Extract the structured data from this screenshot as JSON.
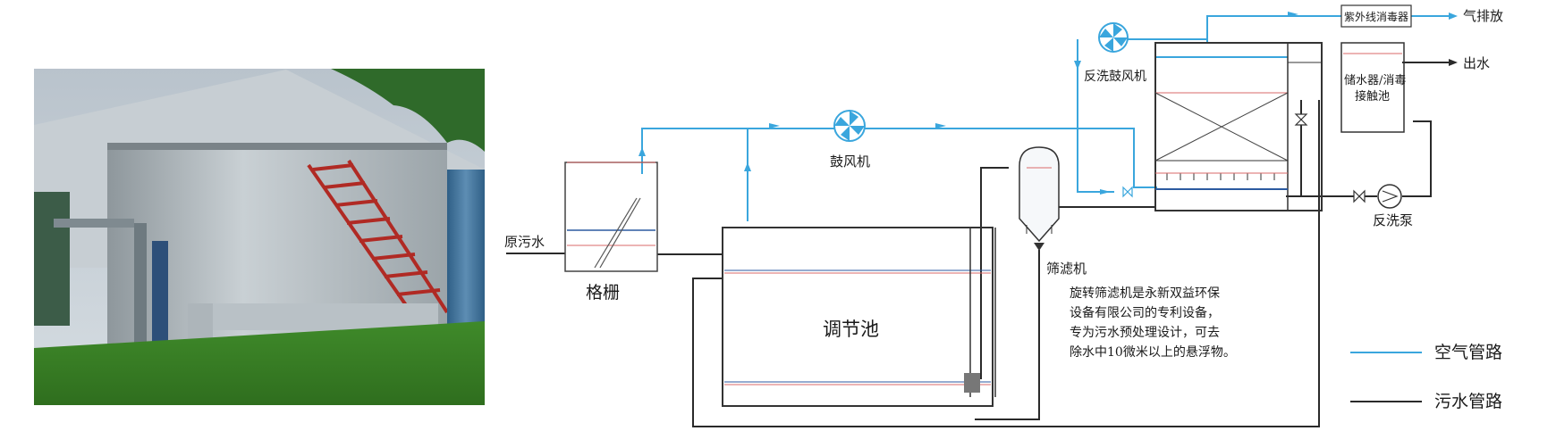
{
  "labels": {
    "raw_sewage": "原污水",
    "grille": "格栅",
    "blower": "鼓风机",
    "regulating_tank": "调节池",
    "screen_filter": "筛滤机",
    "backwash_blower": "反洗鼓风机",
    "uv_sterilizer": "紫外线消毒器",
    "gas_exhaust": "气排放",
    "storage_tank_line1": "储水器/消毒",
    "storage_tank_line2": "接触池",
    "water_out": "出水",
    "backwash_pump": "反洗泵"
  },
  "description_lines": [
    "旋转筛滤机是永新双益环保",
    "设备有限公司的专利设备，",
    "专为污水预处理设计，可去",
    "除水中10微米以上的悬浮物。"
  ],
  "legend": [
    {
      "label": "空气管路",
      "color": "#3aa6dd"
    },
    {
      "label": "污水管路",
      "color": "#2a2a2a"
    }
  ],
  "colors": {
    "air": "#3aa6dd",
    "sewage": "#2a2a2a",
    "arrow_air": "#3aa6dd"
  }
}
